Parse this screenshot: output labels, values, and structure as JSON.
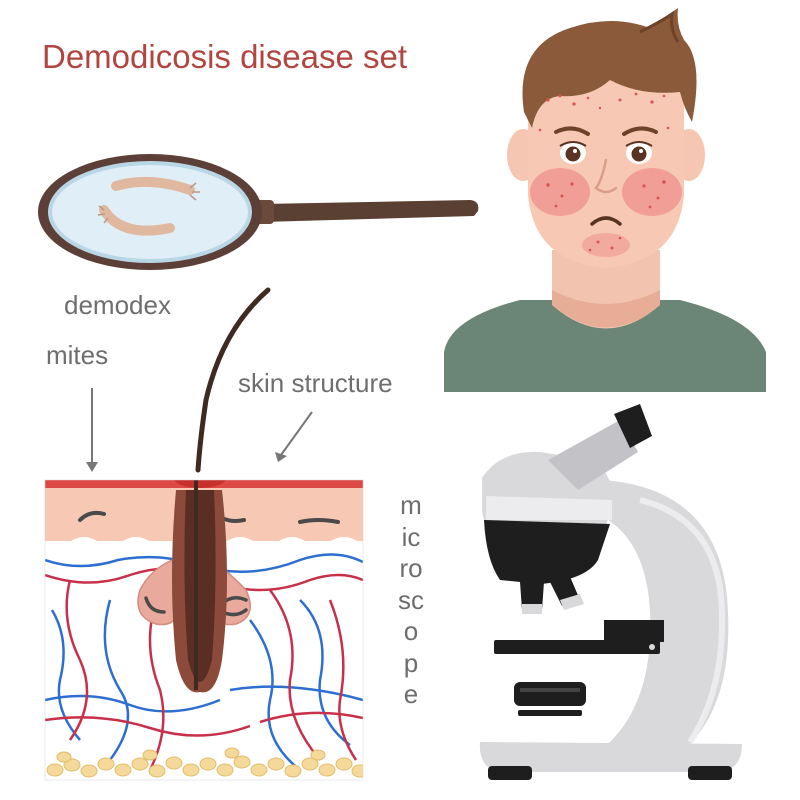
{
  "title": "Demodicosis disease set",
  "labels": {
    "demodex": "demodex",
    "mites": "mites",
    "skin_structure": "skin structure",
    "microscope": "microscope"
  },
  "colors": {
    "title": "#b2453f",
    "label": "#6e6e6e",
    "skin": "#f7c9b4",
    "sweater": "#6b8677",
    "hair": "#8a5a3a",
    "vein": "#2d6fd0",
    "artery": "#c8304a",
    "fat": "#f4d99a",
    "microscope_body": "#d9d9dc"
  },
  "icons": [
    "magnifying-glass-icon",
    "sad-man-illustration",
    "skin-structure-diagram",
    "microscope-icon"
  ]
}
